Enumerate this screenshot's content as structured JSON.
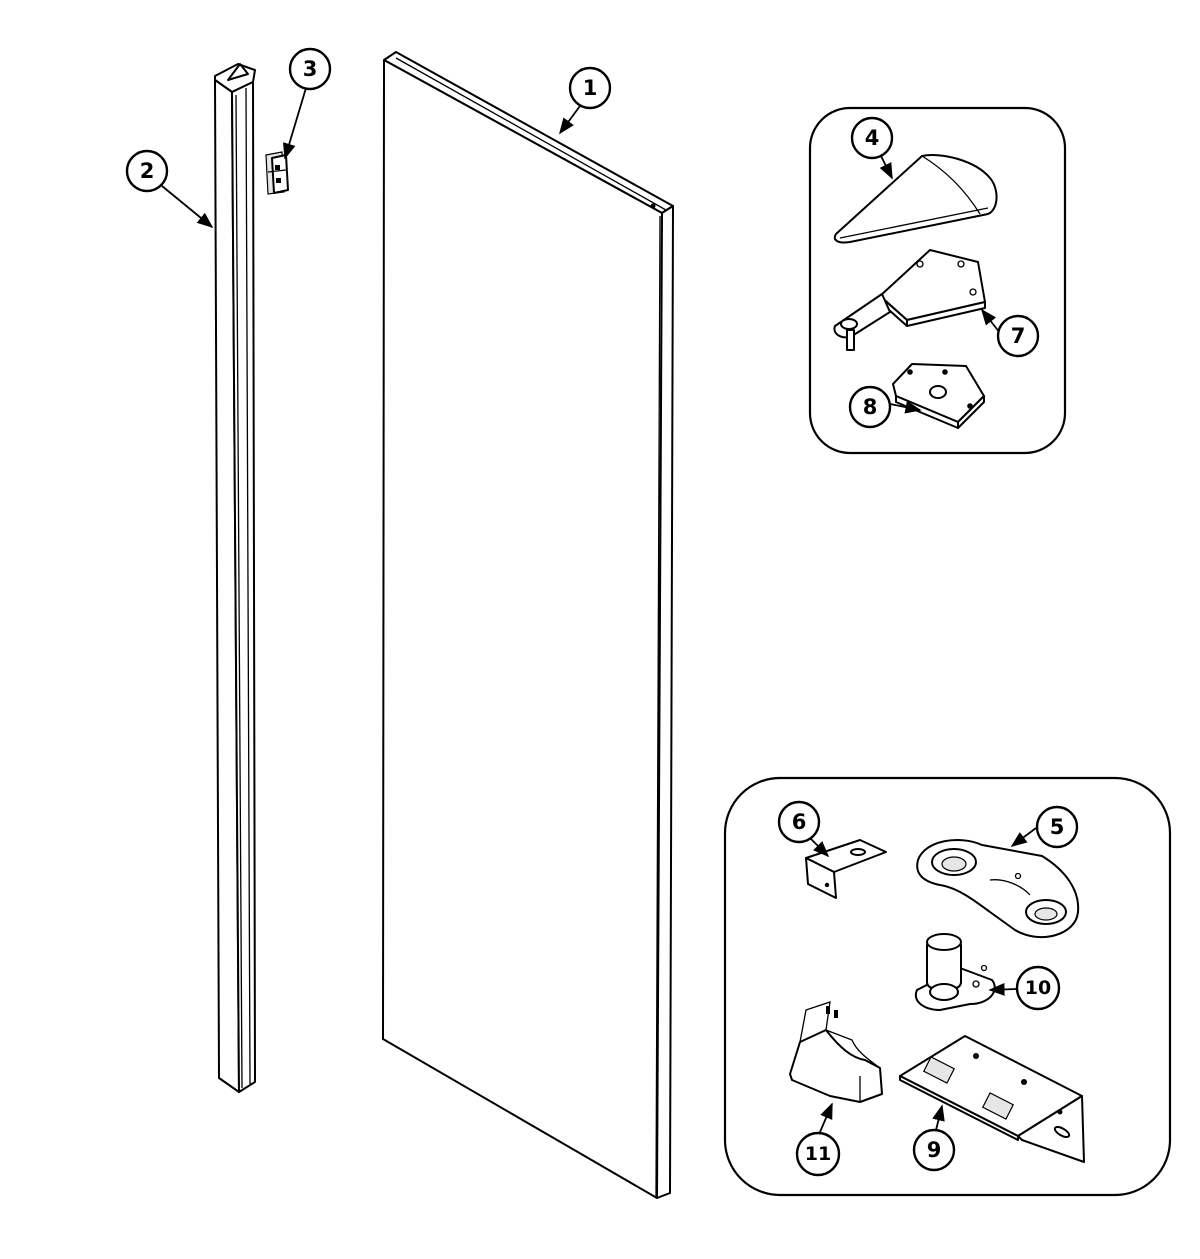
{
  "callouts": [
    {
      "id": "1",
      "label": "1"
    },
    {
      "id": "2",
      "label": "2"
    },
    {
      "id": "3",
      "label": "3"
    },
    {
      "id": "4",
      "label": "4"
    },
    {
      "id": "5",
      "label": "5"
    },
    {
      "id": "6",
      "label": "6"
    },
    {
      "id": "7",
      "label": "7"
    },
    {
      "id": "8",
      "label": "8"
    },
    {
      "id": "9",
      "label": "9"
    },
    {
      "id": "10",
      "label": "10"
    },
    {
      "id": "11",
      "label": "11"
    }
  ],
  "arrowhead_color": "#000000",
  "line_color": "#000000",
  "background_color": "#ffffff"
}
